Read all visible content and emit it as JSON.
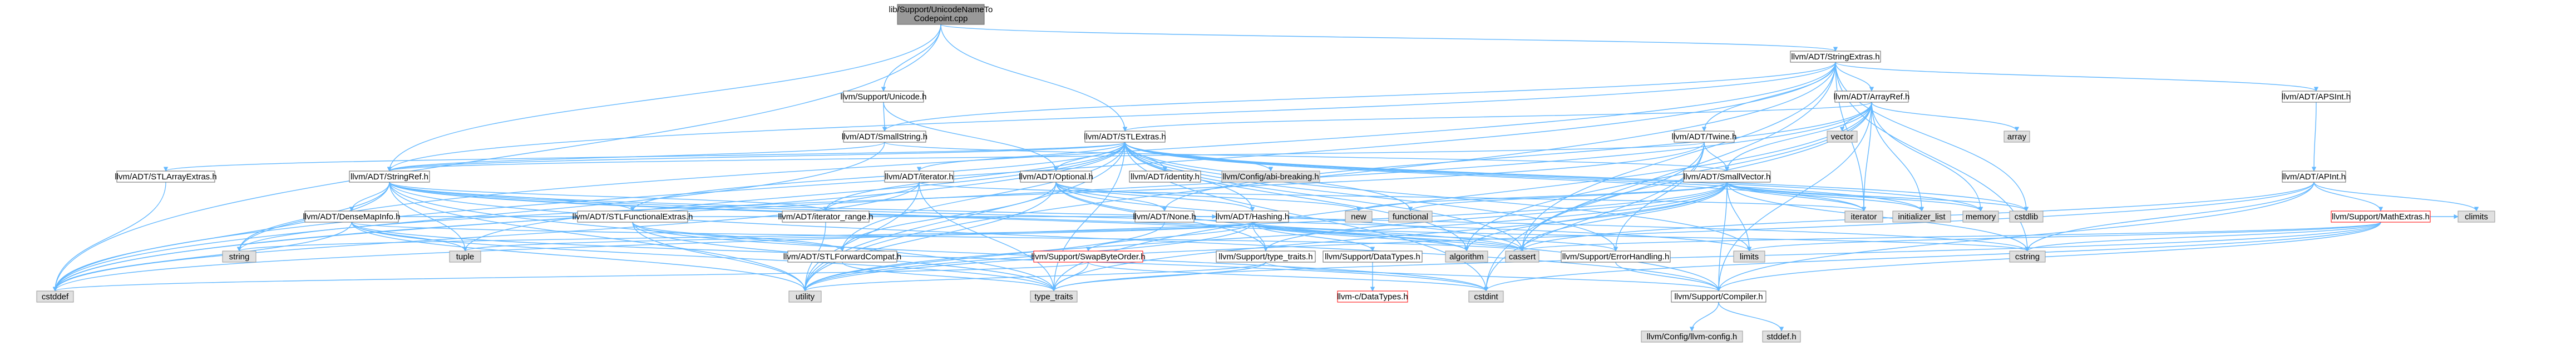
{
  "colors": {
    "edge": "#63b8ff",
    "root_fill": "#999999",
    "root_border": "#666666",
    "file_fill": "#ffffff",
    "file_border": "#666666",
    "external_fill": "#e0e0e0",
    "external_border": "#999999",
    "truncated_border": "#ff0000"
  },
  "nodes": [
    {
      "id": "root",
      "label": "lib/Support/UnicodeNameToCodepoint.cpp",
      "kind": "root"
    },
    {
      "id": "stringextras",
      "label": "llvm/ADT/StringExtras.h",
      "kind": "file"
    },
    {
      "id": "unicode",
      "label": "llvm/Support/Unicode.h",
      "kind": "file"
    },
    {
      "id": "arrayref",
      "label": "llvm/ADT/ArrayRef.h",
      "kind": "file"
    },
    {
      "id": "apsint",
      "label": "llvm/ADT/APSInt.h",
      "kind": "file"
    },
    {
      "id": "smallstring",
      "label": "llvm/ADT/SmallString.h",
      "kind": "file"
    },
    {
      "id": "stlextras",
      "label": "llvm/ADT/STLExtras.h",
      "kind": "file"
    },
    {
      "id": "twine",
      "label": "llvm/ADT/Twine.h",
      "kind": "file"
    },
    {
      "id": "vector",
      "label": "vector",
      "kind": "external"
    },
    {
      "id": "array",
      "label": "array",
      "kind": "external"
    },
    {
      "id": "apint",
      "label": "llvm/ADT/APInt.h",
      "kind": "file"
    },
    {
      "id": "stlarrayextras",
      "label": "llvm/ADT/STLArrayExtras.h",
      "kind": "file"
    },
    {
      "id": "stringref",
      "label": "llvm/ADT/StringRef.h",
      "kind": "file"
    },
    {
      "id": "iterator",
      "label": "llvm/ADT/iterator.h",
      "kind": "file"
    },
    {
      "id": "optional",
      "label": "llvm/ADT/Optional.h",
      "kind": "file"
    },
    {
      "id": "identity",
      "label": "llvm/ADT/identity.h",
      "kind": "file"
    },
    {
      "id": "abibreaking",
      "label": "llvm/Config/abi-breaking.h",
      "kind": "external"
    },
    {
      "id": "smallvector",
      "label": "llvm/ADT/SmallVector.h",
      "kind": "file"
    },
    {
      "id": "mathextras",
      "label": "llvm/Support/MathExtras.h",
      "kind": "truncated"
    },
    {
      "id": "densemapinfo",
      "label": "llvm/ADT/DenseMapInfo.h",
      "kind": "file"
    },
    {
      "id": "stlfunctionalextras",
      "label": "llvm/ADT/STLFunctionalExtras.h",
      "kind": "file"
    },
    {
      "id": "iteratorrange",
      "label": "llvm/ADT/iterator_range.h",
      "kind": "file"
    },
    {
      "id": "none",
      "label": "llvm/ADT/None.h",
      "kind": "file"
    },
    {
      "id": "hashing",
      "label": "llvm/ADT/Hashing.h",
      "kind": "file"
    },
    {
      "id": "new",
      "label": "new",
      "kind": "external"
    },
    {
      "id": "functional",
      "label": "functional",
      "kind": "external"
    },
    {
      "id": "iteratorstd",
      "label": "iterator",
      "kind": "external"
    },
    {
      "id": "initializerlist",
      "label": "initializer_list",
      "kind": "external"
    },
    {
      "id": "memory",
      "label": "memory",
      "kind": "external"
    },
    {
      "id": "cstdlib",
      "label": "cstdlib",
      "kind": "external"
    },
    {
      "id": "climits",
      "label": "climits",
      "kind": "external"
    },
    {
      "id": "string",
      "label": "string",
      "kind": "external"
    },
    {
      "id": "tuple",
      "label": "tuple",
      "kind": "external"
    },
    {
      "id": "stlforwardcompat",
      "label": "llvm/ADT/STLForwardCompat.h",
      "kind": "file"
    },
    {
      "id": "swapbyteorder",
      "label": "llvm/Support/SwapByteOrder.h",
      "kind": "truncated"
    },
    {
      "id": "typetraits",
      "label": "llvm/Support/type_traits.h",
      "kind": "file"
    },
    {
      "id": "datatypes",
      "label": "llvm/Support/DataTypes.h",
      "kind": "file"
    },
    {
      "id": "algorithm",
      "label": "algorithm",
      "kind": "external"
    },
    {
      "id": "cassert",
      "label": "cassert",
      "kind": "external"
    },
    {
      "id": "errorhandling",
      "label": "llvm/Support/ErrorHandling.h",
      "kind": "file"
    },
    {
      "id": "limits",
      "label": "limits",
      "kind": "external"
    },
    {
      "id": "cstring",
      "label": "cstring",
      "kind": "external"
    },
    {
      "id": "cstddef",
      "label": "cstddef",
      "kind": "external"
    },
    {
      "id": "utility",
      "label": "utility",
      "kind": "external"
    },
    {
      "id": "type_traits",
      "label": "type_traits",
      "kind": "external"
    },
    {
      "id": "cstdint",
      "label": "cstdint",
      "kind": "external"
    },
    {
      "id": "llvmcdatatypes",
      "label": "llvm-c/DataTypes.h",
      "kind": "truncated"
    },
    {
      "id": "compiler",
      "label": "llvm/Support/Compiler.h",
      "kind": "file"
    },
    {
      "id": "llvmconfig",
      "label": "llvm/Config/llvm-config.h",
      "kind": "external"
    },
    {
      "id": "stddef",
      "label": "stddef.h",
      "kind": "external"
    }
  ],
  "edges": [
    [
      "root",
      "stringextras"
    ],
    [
      "root",
      "unicode"
    ],
    [
      "root",
      "stlextras"
    ],
    [
      "root",
      "stringref"
    ],
    [
      "root",
      "cstddef"
    ],
    [
      "stringextras",
      "arrayref"
    ],
    [
      "stringextras",
      "apsint"
    ],
    [
      "stringextras",
      "smallstring"
    ],
    [
      "stringextras",
      "stringref"
    ],
    [
      "stringextras",
      "twine"
    ],
    [
      "stringextras",
      "cassert"
    ],
    [
      "stringextras",
      "cstddef"
    ],
    [
      "stringextras",
      "cstdint"
    ],
    [
      "stringextras",
      "cstdlib"
    ],
    [
      "stringextras",
      "cstring"
    ],
    [
      "stringextras",
      "iteratorstd"
    ],
    [
      "stringextras",
      "string"
    ],
    [
      "stringextras",
      "utility"
    ],
    [
      "unicode",
      "smallstring"
    ],
    [
      "unicode",
      "optional"
    ],
    [
      "arrayref",
      "none"
    ],
    [
      "arrayref",
      "smallvector"
    ],
    [
      "arrayref",
      "stlextras"
    ],
    [
      "arrayref",
      "compiler"
    ],
    [
      "arrayref",
      "algorithm"
    ],
    [
      "arrayref",
      "array"
    ],
    [
      "arrayref",
      "cassert"
    ],
    [
      "arrayref",
      "cstddef"
    ],
    [
      "arrayref",
      "initializerlist"
    ],
    [
      "arrayref",
      "iteratorstd"
    ],
    [
      "arrayref",
      "memory"
    ],
    [
      "arrayref",
      "type_traits"
    ],
    [
      "arrayref",
      "vector"
    ],
    [
      "apsint",
      "apint"
    ],
    [
      "apint",
      "mathextras"
    ],
    [
      "apint",
      "cassert"
    ],
    [
      "apint",
      "climits"
    ],
    [
      "apint",
      "cstring"
    ],
    [
      "apint",
      "utility"
    ],
    [
      "apint",
      "compiler"
    ],
    [
      "mathextras",
      "compiler"
    ],
    [
      "mathextras",
      "cassert"
    ],
    [
      "mathextras",
      "climits"
    ],
    [
      "mathextras",
      "cstdint"
    ],
    [
      "mathextras",
      "cstring"
    ],
    [
      "mathextras",
      "limits"
    ],
    [
      "mathextras",
      "type_traits"
    ],
    [
      "smallstring",
      "smallvector"
    ],
    [
      "smallstring",
      "stringref"
    ],
    [
      "smallstring",
      "cstddef"
    ],
    [
      "stlextras",
      "stlarrayextras"
    ],
    [
      "stlextras",
      "stlforwardcompat"
    ],
    [
      "stlextras",
      "stlfunctionalextras"
    ],
    [
      "stlextras",
      "identity"
    ],
    [
      "stlextras",
      "iterator"
    ],
    [
      "stlextras",
      "iteratorrange"
    ],
    [
      "stlextras",
      "abibreaking"
    ],
    [
      "stlextras",
      "errorhandling"
    ],
    [
      "stlextras",
      "algorithm"
    ],
    [
      "stlextras",
      "cassert"
    ],
    [
      "stlextras",
      "cstddef"
    ],
    [
      "stlextras",
      "cstdint"
    ],
    [
      "stlextras",
      "cstdlib"
    ],
    [
      "stlextras",
      "functional"
    ],
    [
      "stlextras",
      "initializerlist"
    ],
    [
      "stlextras",
      "iteratorstd"
    ],
    [
      "stlextras",
      "limits"
    ],
    [
      "stlextras",
      "memory"
    ],
    [
      "stlextras",
      "optional"
    ],
    [
      "stlextras",
      "tuple"
    ],
    [
      "stlextras",
      "type_traits"
    ],
    [
      "stlextras",
      "utility"
    ],
    [
      "stlextras",
      "hashing"
    ],
    [
      "stlextras",
      "stringref"
    ],
    [
      "twine",
      "smallvector"
    ],
    [
      "twine",
      "stringref"
    ],
    [
      "twine",
      "errorhandling"
    ],
    [
      "twine",
      "cassert"
    ],
    [
      "twine",
      "cstdint"
    ],
    [
      "twine",
      "string"
    ],
    [
      "stlarrayextras",
      "cstddef"
    ],
    [
      "stringref",
      "densemapinfo"
    ],
    [
      "stringref",
      "iteratorrange"
    ],
    [
      "stringref",
      "compiler"
    ],
    [
      "stringref",
      "algorithm"
    ],
    [
      "stringref",
      "cassert"
    ],
    [
      "stringref",
      "cstddef"
    ],
    [
      "stringref",
      "cstring"
    ],
    [
      "stringref",
      "limits"
    ],
    [
      "stringref",
      "string"
    ],
    [
      "stringref",
      "type_traits"
    ],
    [
      "stringref",
      "utility"
    ],
    [
      "stringref",
      "stlfunctionalextras"
    ],
    [
      "stringref",
      "tuple"
    ],
    [
      "iterator",
      "iteratorrange"
    ],
    [
      "iterator",
      "cstddef"
    ],
    [
      "iterator",
      "iteratorstd"
    ],
    [
      "iterator",
      "type_traits"
    ],
    [
      "iterator",
      "utility"
    ],
    [
      "optional",
      "hashing"
    ],
    [
      "optional",
      "none"
    ],
    [
      "optional",
      "stlforwardcompat"
    ],
    [
      "optional",
      "compiler"
    ],
    [
      "optional",
      "typetraits"
    ],
    [
      "optional",
      "cassert"
    ],
    [
      "optional",
      "new"
    ],
    [
      "optional",
      "utility"
    ],
    [
      "smallvector",
      "compiler"
    ],
    [
      "smallvector",
      "typetraits"
    ],
    [
      "smallvector",
      "algorithm"
    ],
    [
      "smallvector",
      "cassert"
    ],
    [
      "smallvector",
      "cstddef"
    ],
    [
      "smallvector",
      "cstdlib"
    ],
    [
      "smallvector",
      "cstring"
    ],
    [
      "smallvector",
      "functional"
    ],
    [
      "smallvector",
      "initializerlist"
    ],
    [
      "smallvector",
      "iteratorstd"
    ],
    [
      "smallvector",
      "limits"
    ],
    [
      "smallvector",
      "memory"
    ],
    [
      "smallvector",
      "new"
    ],
    [
      "smallvector",
      "type_traits"
    ],
    [
      "smallvector",
      "utility"
    ],
    [
      "densemapinfo",
      "hashing"
    ],
    [
      "densemapinfo",
      "cassert"
    ],
    [
      "densemapinfo",
      "cstddef"
    ],
    [
      "densemapinfo",
      "cstdint"
    ],
    [
      "densemapinfo",
      "tuple"
    ],
    [
      "densemapinfo",
      "type_traits"
    ],
    [
      "densemapinfo",
      "utility"
    ],
    [
      "stlfunctionalextras",
      "stlforwardcompat"
    ],
    [
      "stlfunctionalextras",
      "cstdint"
    ],
    [
      "stlfunctionalextras",
      "type_traits"
    ],
    [
      "stlfunctionalextras",
      "utility"
    ],
    [
      "iteratorrange",
      "utility"
    ],
    [
      "none",
      "utility"
    ],
    [
      "hashing",
      "errorhandling"
    ],
    [
      "hashing",
      "swapbyteorder"
    ],
    [
      "hashing",
      "typetraits"
    ],
    [
      "hashing",
      "datatypes"
    ],
    [
      "hashing",
      "algorithm"
    ],
    [
      "hashing",
      "cassert"
    ],
    [
      "hashing",
      "cstring"
    ],
    [
      "hashing",
      "string"
    ],
    [
      "hashing",
      "tuple"
    ],
    [
      "hashing",
      "utility"
    ],
    [
      "stlforwardcompat",
      "type_traits"
    ],
    [
      "swapbyteorder",
      "cstddef"
    ],
    [
      "swapbyteorder",
      "cstdint"
    ],
    [
      "swapbyteorder",
      "type_traits"
    ],
    [
      "typetraits",
      "compiler"
    ],
    [
      "typetraits",
      "type_traits"
    ],
    [
      "typetraits",
      "utility"
    ],
    [
      "datatypes",
      "llvmcdatatypes"
    ],
    [
      "errorhandling",
      "compiler"
    ],
    [
      "compiler",
      "llvmconfig"
    ],
    [
      "compiler",
      "stddef"
    ]
  ]
}
